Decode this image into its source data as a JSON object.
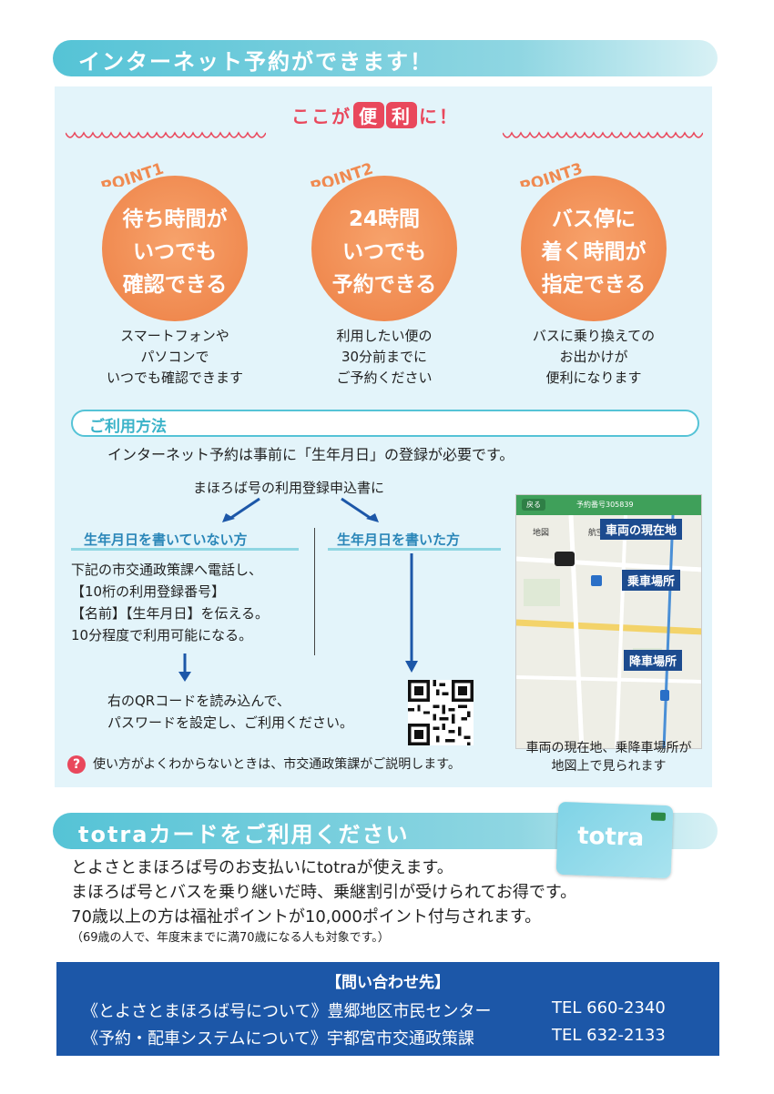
{
  "internet": {
    "title": "インターネット予約ができます！",
    "headline_pre": "ここが",
    "headline_pill1": "便",
    "headline_pill2": "利",
    "headline_post": "に！",
    "points": [
      {
        "label": "POINT1",
        "circle_lines": [
          "待ち時間が",
          "いつでも",
          "確認できる"
        ],
        "desc_lines": [
          "スマートフォンや",
          "パソコンで",
          "いつでも確認できます"
        ]
      },
      {
        "label": "POINT2",
        "circle_lines": [
          "24時間",
          "いつでも",
          "予約できる"
        ],
        "desc_lines": [
          "利用したい便の",
          "30分前までに",
          "ご予約ください"
        ]
      },
      {
        "label": "POINT3",
        "circle_lines": [
          "バス停に",
          "着く時間が",
          "指定できる"
        ],
        "desc_lines": [
          "バスに乗り換えての",
          "お出かけが",
          "便利になります"
        ]
      }
    ]
  },
  "usage": {
    "title": "ご利用方法",
    "intro": "インターネット予約は事前に「生年月日」の登録が必要です。",
    "form": "まほろば号の利用登録申込書に",
    "no_birthday": "生年月日を書いていない方",
    "with_birthday": "生年月日を書いた方",
    "phone_lines": [
      "下記の市交通政策課へ電話し、",
      "【10桁の利用登録番号】",
      "【名前】【生年月日】を伝える。",
      "10分程度で利用可能になる。"
    ],
    "qr_lines": [
      "右のQRコードを読み込んで、",
      "パスワードを設定し、ご利用ください。"
    ],
    "help_icon": "?",
    "help": "使い方がよくわからないときは、市交通政策課がご説明します。"
  },
  "map": {
    "back": "戻る",
    "reservation_no": "予約番号305839",
    "tab_map": "地図",
    "tab_air": "航空",
    "callout_vehicle": "車両の現在地",
    "callout_board": "乗車場所",
    "callout_alight": "降車場所",
    "caption_lines": [
      "車両の現在地、乗降車場所が",
      "地図上で見られます"
    ]
  },
  "totra": {
    "title": "totraカードをご利用ください",
    "lines": [
      "とよさとまほろば号のお支払いにtotraが使えます。",
      "まほろば号とバスを乗り継いだ時、乗継割引が受けられてお得です。",
      "70歳以上の方は福祉ポイントが10,000ポイント付与されます。"
    ],
    "note": "（69歳の人で、年度末までに満70歳になる人も対象です。）",
    "card_text": "totra"
  },
  "contact": {
    "title": "【問い合わせ先】",
    "rows": [
      {
        "label": "《とよさとまほろば号について》豊郷地区市民センター",
        "tel": "TEL 660-2340"
      },
      {
        "label": "《予約・配車システムについて》宇都宮市交通政策課",
        "tel": "TEL 632-2133"
      }
    ]
  },
  "colors": {
    "teal": "#55c3d6",
    "orange": "#f08a50",
    "pink": "#e9485c",
    "navy": "#1c57a8",
    "subhead_blue": "#2a86b8"
  }
}
